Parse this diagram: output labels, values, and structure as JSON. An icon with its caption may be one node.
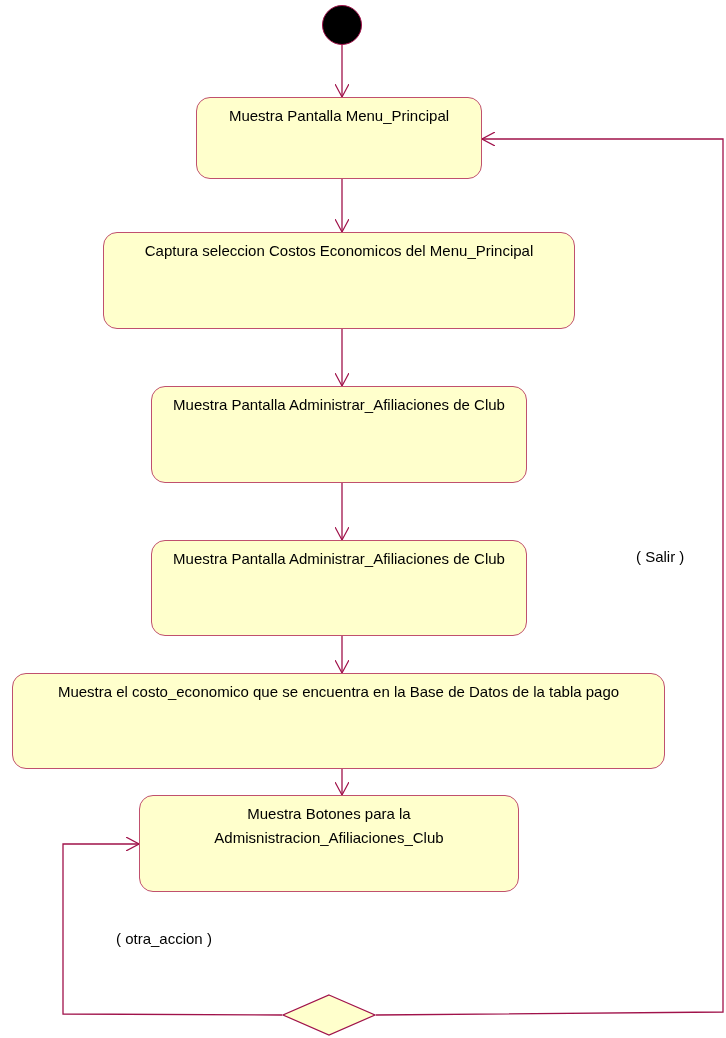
{
  "diagram": {
    "nodes": [
      {
        "text": [],
        "shape": "circle"
      },
      {
        "text": [
          "Muestra Pantalla Menu_Principal"
        ]
      },
      {
        "text": [
          "Captura seleccion Costos Economicos del Menu_Principal"
        ]
      },
      {
        "text": [
          "Muestra Pantalla Administrar_Afiliaciones de Club"
        ]
      },
      {
        "text": [
          "Muestra Pantalla Administrar_Afiliaciones de Club"
        ]
      },
      {
        "text": [
          "Muestra el costo_economico que se encuentra en la Base de Datos  de la tabla pago"
        ]
      },
      {
        "text": [
          "Muestra Botones para la Admisnistracion_Afiliaciones_Club"
        ]
      },
      {
        "text": [],
        "shape": "diamond"
      }
    ],
    "edges": [
      {
        "from": 0,
        "to": 1,
        "arrow": "to"
      },
      {
        "from": 1,
        "to": 2,
        "arrow": "to"
      },
      {
        "from": 2,
        "to": 3,
        "arrow": "to"
      },
      {
        "from": 3,
        "to": 4,
        "arrow": "to"
      },
      {
        "from": 4,
        "to": 5,
        "arrow": "to"
      },
      {
        "from": 5,
        "to": 6,
        "arrow": "to"
      },
      {
        "from": 7,
        "to": 6,
        "arrow": "to",
        "label": "( otra_accion )"
      },
      {
        "from": 7,
        "to": 1,
        "arrow": "to",
        "label": "( Salir )"
      }
    ]
  }
}
